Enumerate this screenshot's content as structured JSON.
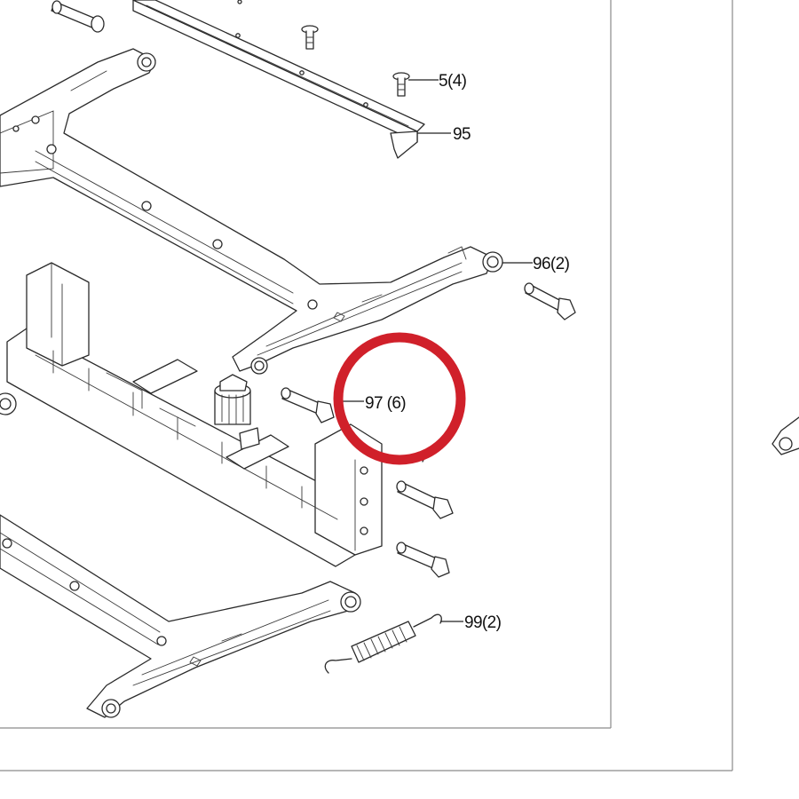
{
  "parts": [
    {
      "id": "label-5",
      "text": "5(4)"
    },
    {
      "id": "label-95",
      "text": "95"
    },
    {
      "id": "label-96",
      "text": "96(2)"
    },
    {
      "id": "label-97",
      "text": "97 (6)"
    },
    {
      "id": "label-99",
      "text": "99(2)"
    }
  ],
  "highlight": {
    "color": "#d0202a"
  },
  "colors": {
    "line": "#2b2b2b",
    "frame": "#8a8a8a",
    "background": "#ffffff"
  }
}
